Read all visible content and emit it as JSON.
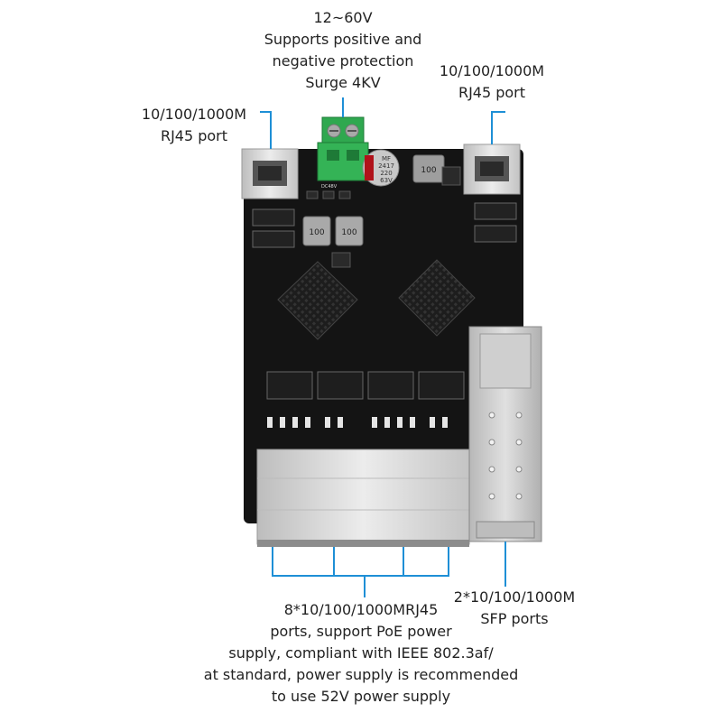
{
  "callouts": {
    "power": {
      "lines": [
        "12~60V",
        "Supports positive and",
        "negative protection",
        "Surge 4KV"
      ]
    },
    "rj45_left": {
      "lines": [
        "10/100/1000M",
        "RJ45 port"
      ]
    },
    "rj45_right": {
      "lines": [
        "10/100/1000M",
        "RJ45 port"
      ]
    },
    "poe_ports": {
      "lines": [
        "8*10/100/1000MRJ45",
        "ports, support PoE power",
        "supply, compliant with IEEE 802.3af/",
        "at standard, power supply is recommended",
        "to use 52V power supply"
      ]
    },
    "sfp_ports": {
      "lines": [
        "2*10/100/1000M",
        "SFP ports"
      ]
    }
  },
  "board": {
    "silkscreen_cap": [
      "MF",
      "2417",
      "220",
      "63V"
    ],
    "inductor_marks": [
      "100",
      "100",
      "100"
    ],
    "dc_label": "DC48V"
  },
  "colors": {
    "callout_line": "#1e8fd6",
    "pcb": "#141414",
    "terminal_block": "#2fa84f",
    "metal": "#d7d7d7"
  }
}
